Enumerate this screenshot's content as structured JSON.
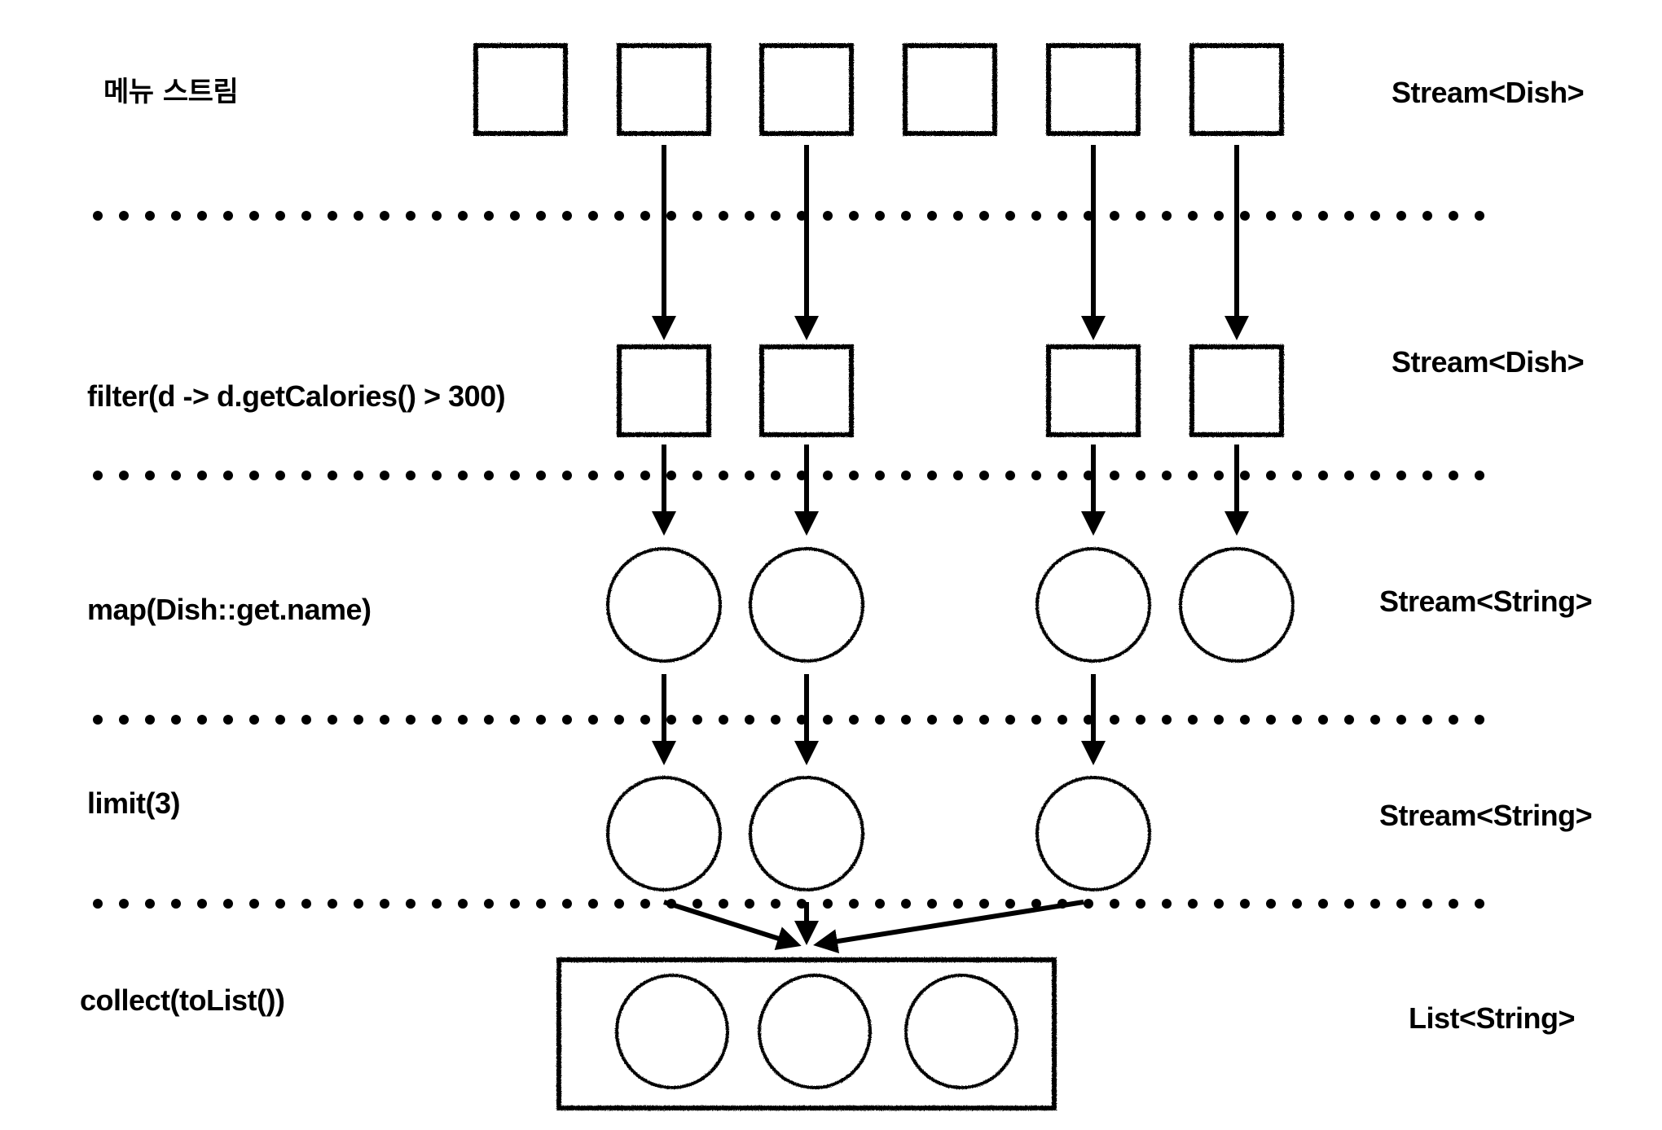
{
  "diagram": {
    "title": "Stream pipeline: filter → map → limit → collect",
    "ink_color": "#000000",
    "background": "#ffffff",
    "stages": [
      {
        "id": "source",
        "operation": "메뉴 스트림",
        "type": "Stream<Dish>",
        "shape": "square",
        "elements": [
          1,
          1,
          1,
          1,
          1,
          1
        ]
      },
      {
        "id": "filter",
        "operation": "filter(d -> d.getCalories() > 300)",
        "type": "Stream<Dish>",
        "shape": "square",
        "elements": [
          0,
          1,
          1,
          0,
          1,
          1
        ]
      },
      {
        "id": "map",
        "operation": "map(Dish::get.name)",
        "type": "Stream<String>",
        "shape": "circle",
        "elements": [
          0,
          1,
          1,
          0,
          1,
          1
        ]
      },
      {
        "id": "limit",
        "operation": "limit(3)",
        "type": "Stream<String>",
        "shape": "circle",
        "elements": [
          0,
          1,
          1,
          0,
          1,
          0
        ]
      },
      {
        "id": "collect",
        "operation": "collect(toList())",
        "type": "List<String>",
        "shape": "list",
        "count": 3
      }
    ]
  }
}
